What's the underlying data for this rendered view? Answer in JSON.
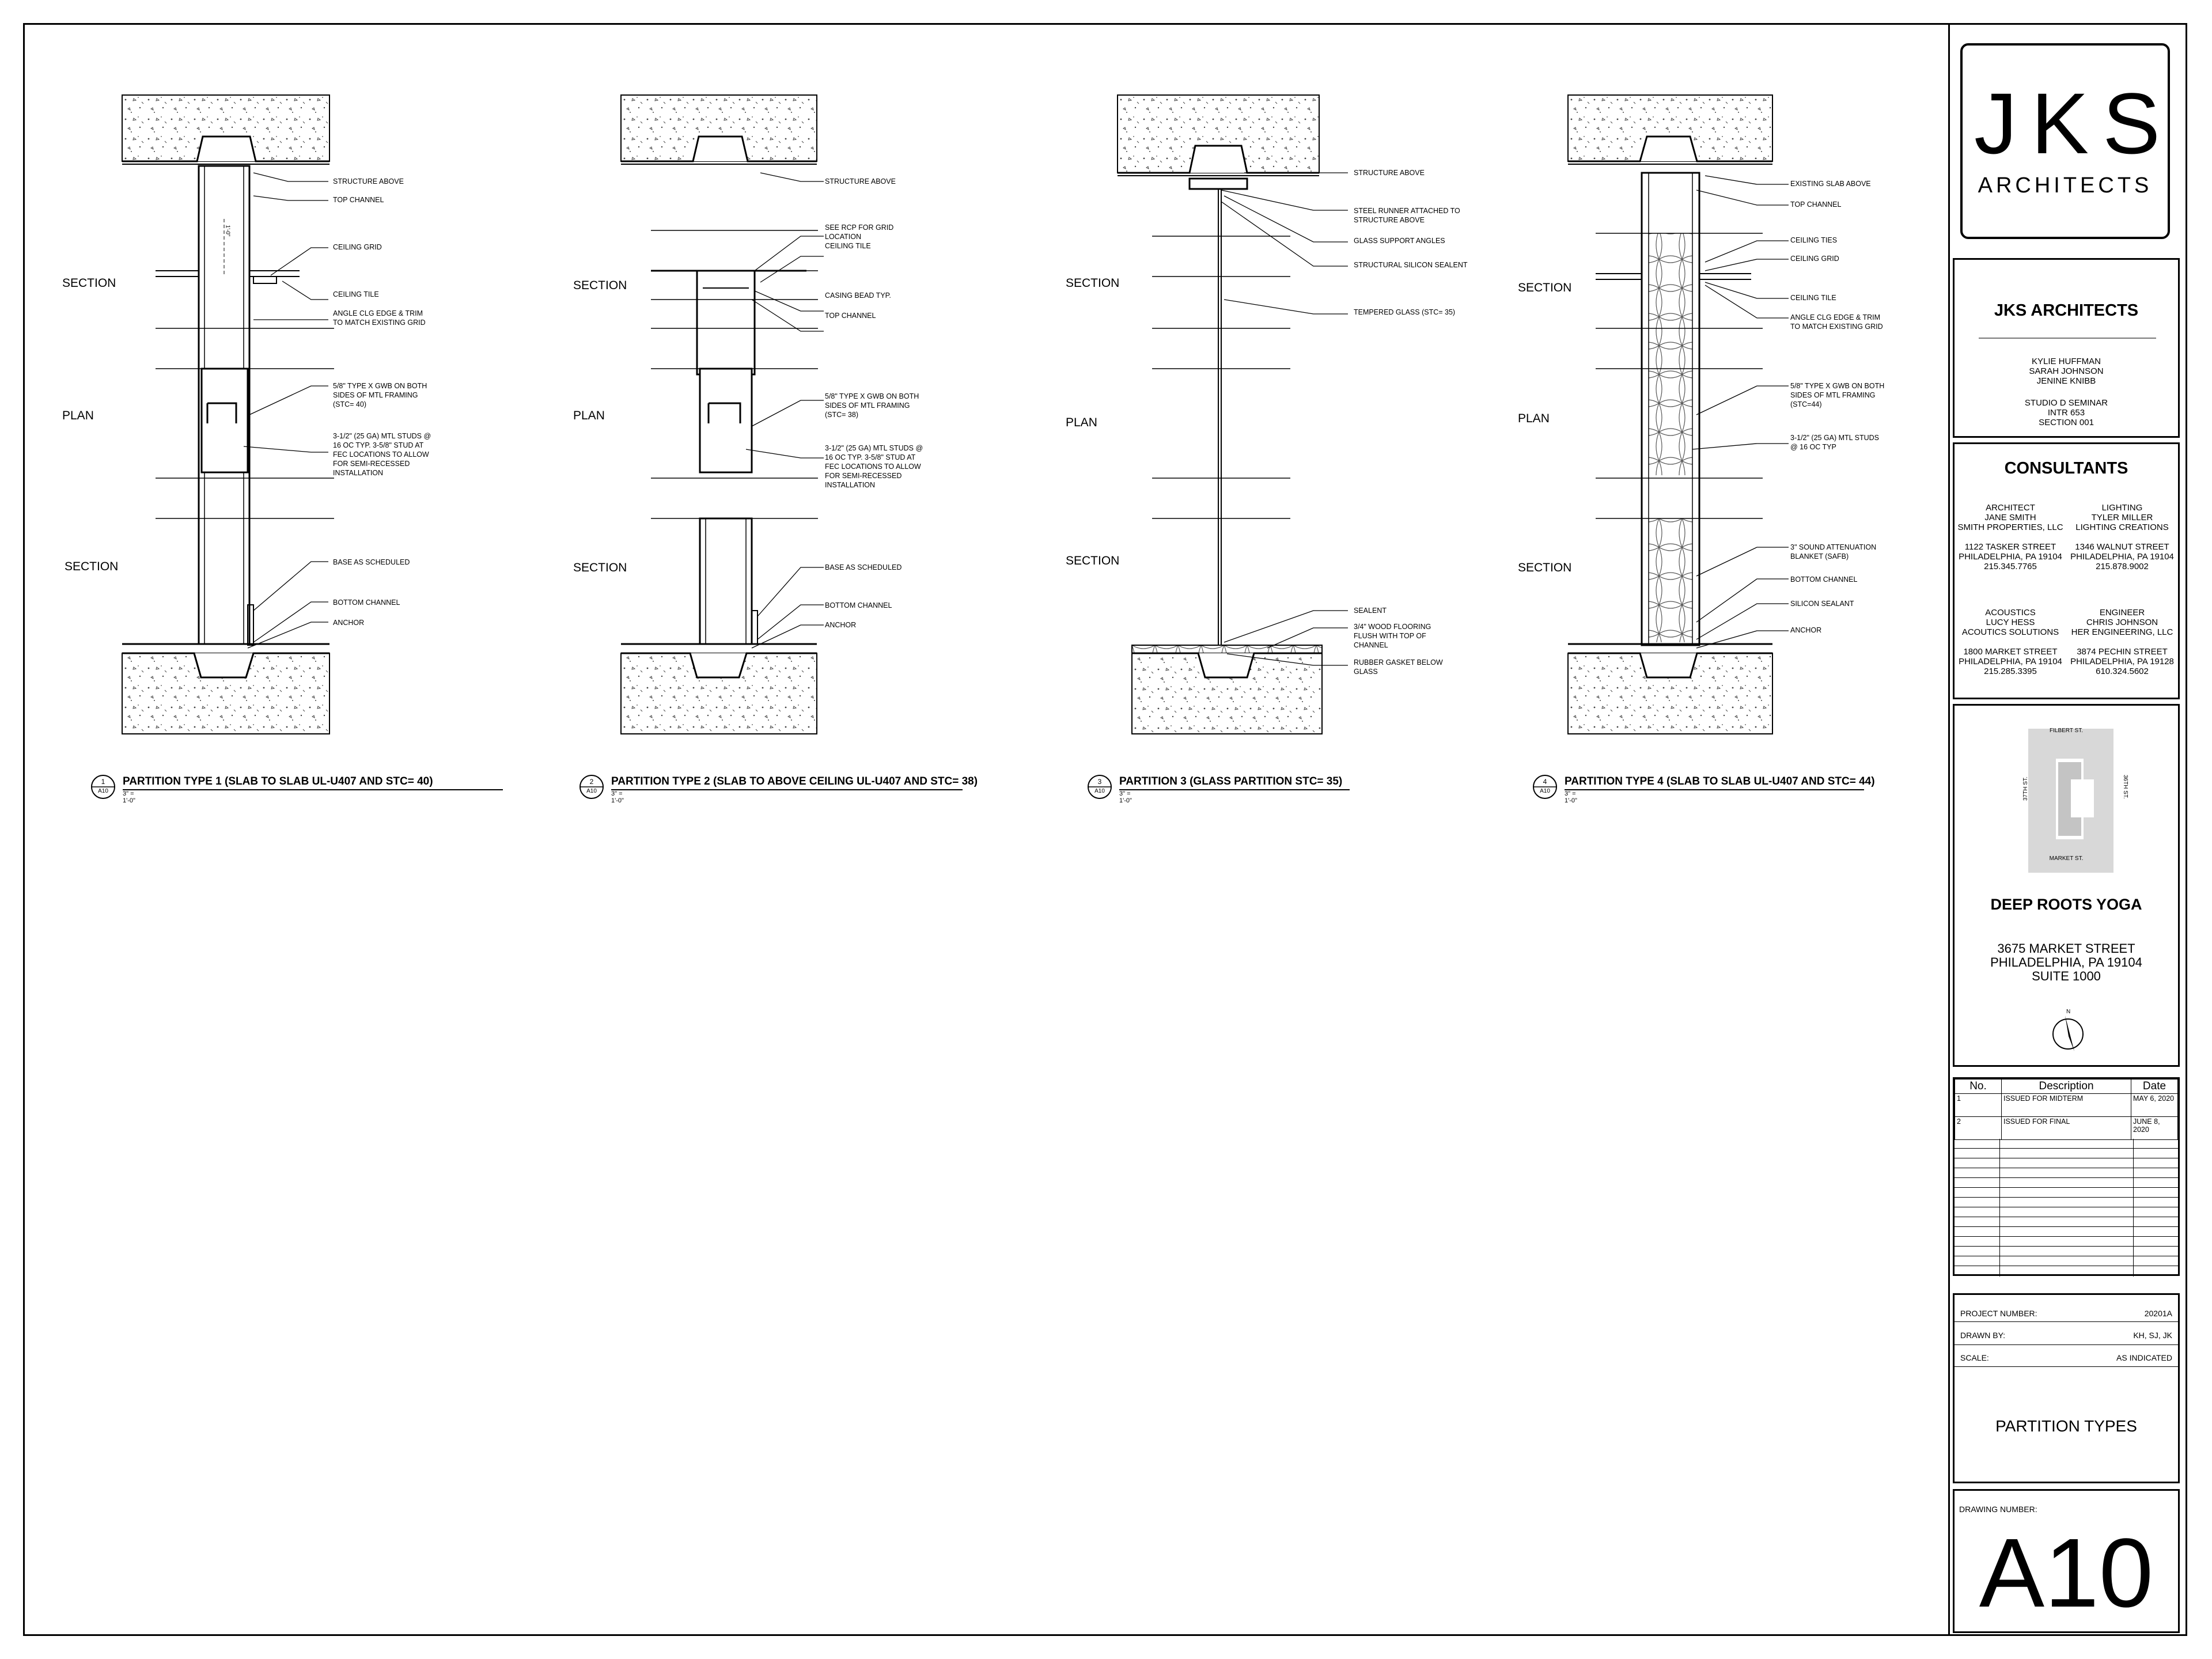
{
  "details": [
    {
      "num": "1",
      "sheet": "A10",
      "title": "PARTITION TYPE 1 (SLAB TO SLAB UL-U407 AND STC= 40)",
      "scale": "3\" = 1'-0\"",
      "section_top": "SECTION",
      "plan": "PLAN",
      "section_bottom": "SECTION",
      "notes_top": [
        "STRUCTURE ABOVE",
        "TOP CHANNEL",
        "CEILING GRID",
        "CEILING TILE",
        "ANGLE CLG EDGE & TRIM",
        "TO MATCH EXISTING GRID"
      ],
      "notes_plan": [
        "5/8\" TYPE X GWB ON BOTH",
        "SIDES OF MTL FRAMING",
        "(STC= 40)",
        "3-1/2\" (25 GA) MTL STUDS @",
        "16 OC TYP. 3-5/8\" STUD AT",
        "FEC LOCATIONS TO ALLOW",
        "FOR SEMI-RECESSED",
        "INSTALLATION"
      ],
      "notes_bottom": [
        "BASE AS SCHEDULED",
        "BOTTOM CHANNEL",
        "ANCHOR"
      ],
      "dim": "1'-0\""
    },
    {
      "num": "2",
      "sheet": "A10",
      "title": "PARTITION TYPE 2 (SLAB TO ABOVE CEILING UL-U407 AND STC= 38)",
      "scale": "3\" = 1'-0\"",
      "section_top": "SECTION",
      "plan": "PLAN",
      "section_bottom": "SECTION",
      "notes_top": [
        "STRUCTURE ABOVE",
        "SEE RCP FOR GRID",
        "LOCATION",
        "CEILING TILE",
        "CASING BEAD TYP.",
        "TOP CHANNEL"
      ],
      "notes_plan": [
        "5/8\" TYPE X GWB ON BOTH",
        "SIDES OF MTL FRAMING",
        "(STC= 38)",
        "3-1/2\" (25 GA) MTL STUDS @",
        "16 OC TYP. 3-5/8\" STUD AT",
        "FEC LOCATIONS TO ALLOW",
        "FOR SEMI-RECESSED",
        "INSTALLATION"
      ],
      "notes_bottom": [
        "BASE AS SCHEDULED",
        "BOTTOM CHANNEL",
        "ANCHOR"
      ]
    },
    {
      "num": "3",
      "sheet": "A10",
      "title": "PARTITION 3 (GLASS PARTITION STC= 35)",
      "scale": "3\" = 1'-0\"",
      "section_top": "SECTION",
      "plan": "PLAN",
      "section_bottom": "SECTION",
      "notes_top": [
        "STRUCTURE ABOVE",
        "STEEL RUNNER ATTACHED TO",
        "STRUCTURE ABOVE",
        "GLASS SUPPORT ANGLES",
        "STRUCTURAL SILICON SEALENT",
        "TEMPERED GLASS (STC= 35)"
      ],
      "notes_bottom": [
        "SEALENT",
        "3/4\" WOOD FLOORING",
        "FLUSH WITH TOP OF",
        "CHANNEL",
        "RUBBER GASKET BELOW",
        "GLASS"
      ]
    },
    {
      "num": "4",
      "sheet": "A10",
      "title": "PARTITION TYPE 4 (SLAB TO SLAB UL-U407 AND STC= 44)",
      "scale": "3\" = 1'-0\"",
      "section_top": "SECTION",
      "plan": "PLAN",
      "section_bottom": "SECTION",
      "notes_top": [
        "EXISTING SLAB ABOVE",
        "TOP CHANNEL",
        "CEILING TIES",
        "CEILING GRID",
        "CEILING TILE",
        "ANGLE CLG EDGE & TRIM",
        "TO MATCH EXISTING GRID"
      ],
      "notes_plan": [
        "5/8\" TYPE X GWB ON BOTH",
        "SIDES OF MTL FRAMING",
        "(STC=44)",
        "3-1/2\" (25 GA) MTL STUDS",
        "@ 16 OC TYP"
      ],
      "notes_bottom": [
        "3\" SOUND ATTENUATION",
        "BLANKET (SAFB)",
        "BOTTOM CHANNEL",
        "SILICON SEALANT",
        "ANCHOR"
      ]
    }
  ],
  "title_block": {
    "logo_main": "JKS",
    "logo_sub": "ARCHITECTS",
    "firm_name": "JKS ARCHITECTS",
    "team": [
      "KYLIE HUFFMAN",
      "SARAH JOHNSON",
      "JENINE KNIBB"
    ],
    "course": [
      "STUDIO D SEMINAR",
      "INTR 653",
      "SECTION 001"
    ],
    "consultants_heading": "CONSULTANTS",
    "consultants": [
      {
        "role": "ARCHITECT",
        "name": "JANE SMITH",
        "company": "SMITH PROPERTIES, LLC",
        "street": "1122 TASKER STREET",
        "city": "PHILADELPHIA, PA 19104",
        "phone": "215.345.7765"
      },
      {
        "role": "LIGHTING",
        "name": "TYLER MILLER",
        "company": "LIGHTING CREATIONS",
        "street": "1346 WALNUT STREET",
        "city": "PHILADELPHIA, PA 19104",
        "phone": "215.878.9002"
      },
      {
        "role": "ACOUSTICS",
        "name": "LUCY HESS",
        "company": "ACOUTICS SOLUTIONS",
        "street": "1800 MARKET STREET",
        "city": "PHILADELPHIA, PA 19104",
        "phone": "215.285.3395"
      },
      {
        "role": "ENGINEER",
        "name": "CHRIS JOHNSON",
        "company": "HER ENGINEERING, LLC",
        "street": "3874 PECHIN STREET",
        "city": "PHILADELPHIA, PA 19128",
        "phone": "610.324.5602"
      }
    ],
    "map_labels": {
      "top": "FILBERT ST.",
      "bottom": "MARKET ST.",
      "left": "37TH ST.",
      "right": "36TH ST."
    },
    "project_name": "DEEP ROOTS YOGA",
    "address": [
      "3675 MARKET STREET",
      "PHILADELPHIA, PA 19104",
      "SUITE 1000"
    ],
    "north_label": "N",
    "revisions_headers": {
      "no": "No.",
      "description": "Description",
      "date": "Date"
    },
    "revisions": [
      {
        "no": "1",
        "description": "ISSUED FOR MIDTERM",
        "date": "MAY 6, 2020"
      },
      {
        "no": "2",
        "description": "ISSUED FOR FINAL",
        "date": "JUNE 8, 2020"
      }
    ],
    "project_number_label": "PROJECT NUMBER:",
    "project_number": "20201A",
    "drawn_by_label": "DRAWN BY:",
    "drawn_by": "KH, SJ, JK",
    "scale_label": "SCALE:",
    "scale": "AS INDICATED",
    "sheet_title": "PARTITION TYPES",
    "drawing_number_label": "DRAWING NUMBER:",
    "drawing_number": "A10"
  }
}
